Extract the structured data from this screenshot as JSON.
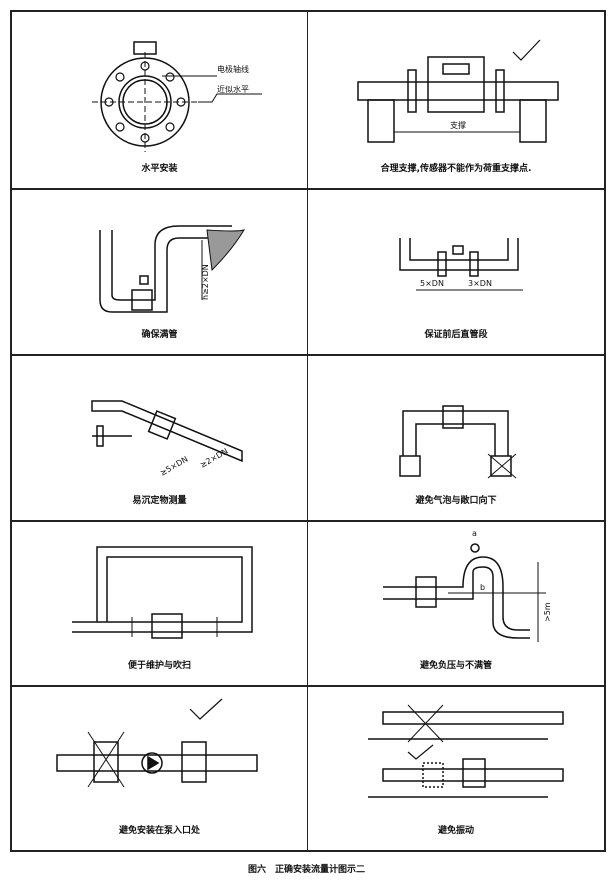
{
  "cells": [
    {
      "caption": "水平安装",
      "labels": {
        "electrode_axis": "电极轴线",
        "approx_horizontal": "近似水平"
      }
    },
    {
      "caption": "合理支撑,传感器不能作为荷重支撑点.",
      "labels": {
        "support": "支撑"
      }
    },
    {
      "caption": "确保满管",
      "labels": {
        "height": "h≥2×DN"
      }
    },
    {
      "caption": "保证前后直管段",
      "labels": {
        "upstream": "5×DN",
        "downstream": "3×DN"
      }
    },
    {
      "caption": "易沉定物测量",
      "labels": {
        "upstream": "≥5×DN",
        "downstream": "≥2×DN"
      }
    },
    {
      "caption": "避免气泡与敞口向下",
      "labels": {}
    },
    {
      "caption": "便于维护与吹扫",
      "labels": {}
    },
    {
      "caption": "避免负压与不满管",
      "labels": {
        "a": "a",
        "b": "b",
        "height": ">5m"
      }
    },
    {
      "caption": "避免安装在泵入口处",
      "labels": {}
    },
    {
      "caption": "避免振动",
      "labels": {}
    }
  ],
  "figure_caption": "图六　正确安装流量计图示二"
}
